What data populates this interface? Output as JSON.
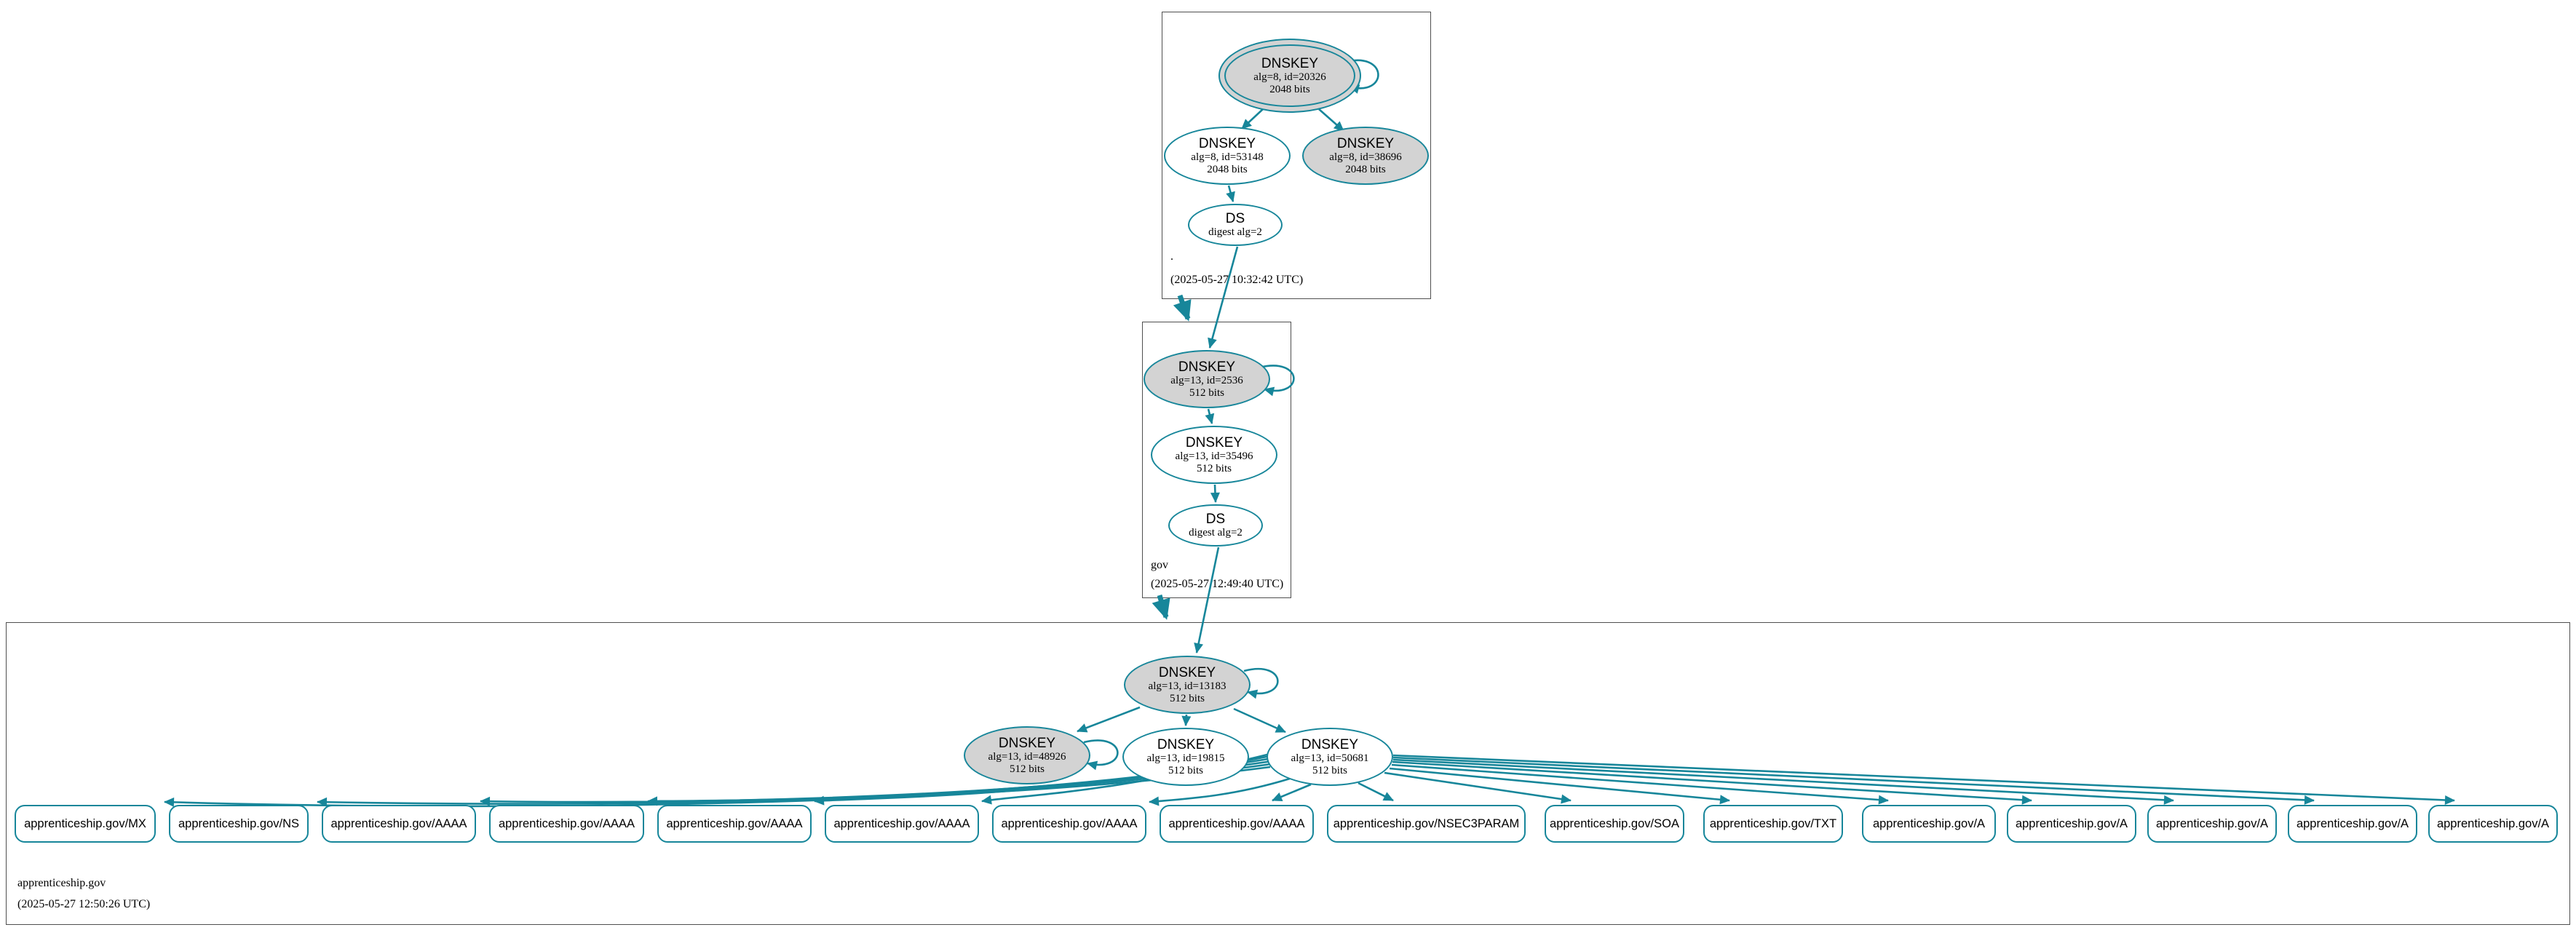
{
  "colors": {
    "accent": "#17869a",
    "key_fill": "#d3d3d3",
    "node_fill": "#ffffff"
  },
  "zones": {
    "root": {
      "label": ".",
      "timestamp": "(2025-05-27 10:32:42 UTC)",
      "ksk": {
        "title": "DNSKEY",
        "alg": "alg=8, id=20326",
        "bits": "2048 bits"
      },
      "zsk": {
        "title": "DNSKEY",
        "alg": "alg=8, id=53148",
        "bits": "2048 bits"
      },
      "key2": {
        "title": "DNSKEY",
        "alg": "alg=8, id=38696",
        "bits": "2048 bits"
      },
      "ds": {
        "title": "DS",
        "digest": "digest alg=2"
      }
    },
    "gov": {
      "label": "gov",
      "timestamp": "(2025-05-27 12:49:40 UTC)",
      "ksk": {
        "title": "DNSKEY",
        "alg": "alg=13, id=2536",
        "bits": "512 bits"
      },
      "zsk": {
        "title": "DNSKEY",
        "alg": "alg=13, id=35496",
        "bits": "512 bits"
      },
      "ds": {
        "title": "DS",
        "digest": "digest alg=2"
      }
    },
    "apprenticeship": {
      "label": "apprenticeship.gov",
      "timestamp": "(2025-05-27 12:50:26 UTC)",
      "ksk": {
        "title": "DNSKEY",
        "alg": "alg=13, id=13183",
        "bits": "512 bits"
      },
      "key2": {
        "title": "DNSKEY",
        "alg": "alg=13, id=48926",
        "bits": "512 bits"
      },
      "key3": {
        "title": "DNSKEY",
        "alg": "alg=13, id=19815",
        "bits": "512 bits"
      },
      "key4": {
        "title": "DNSKEY",
        "alg": "alg=13, id=50681",
        "bits": "512 bits"
      },
      "rrsets": [
        {
          "label": "apprenticeship.gov/MX"
        },
        {
          "label": "apprenticeship.gov/NS"
        },
        {
          "label": "apprenticeship.gov/AAAA"
        },
        {
          "label": "apprenticeship.gov/AAAA"
        },
        {
          "label": "apprenticeship.gov/AAAA"
        },
        {
          "label": "apprenticeship.gov/AAAA"
        },
        {
          "label": "apprenticeship.gov/AAAA"
        },
        {
          "label": "apprenticeship.gov/AAAA"
        },
        {
          "label": "apprenticeship.gov/NSEC3PARAM"
        },
        {
          "label": "apprenticeship.gov/SOA"
        },
        {
          "label": "apprenticeship.gov/TXT"
        },
        {
          "label": "apprenticeship.gov/A"
        },
        {
          "label": "apprenticeship.gov/A"
        },
        {
          "label": "apprenticeship.gov/A"
        },
        {
          "label": "apprenticeship.gov/A"
        },
        {
          "label": "apprenticeship.gov/A"
        }
      ]
    }
  }
}
